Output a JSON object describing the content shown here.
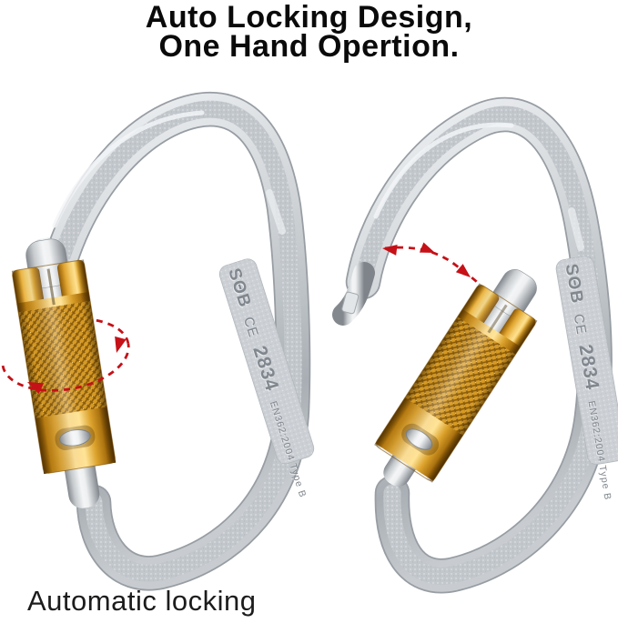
{
  "header": {
    "title_line1": "Auto Locking Design,",
    "title_line2": "One Hand Opertion."
  },
  "footer": {
    "caption": "Automatic locking"
  },
  "engraving": {
    "brand": "SΘB",
    "ce_mark": "CE",
    "model": "2834",
    "standard": "EN362:2004 Type B"
  },
  "colors": {
    "background": "#ffffff",
    "title_text": "#0a0a0a",
    "caption_text": "#1c1c1c",
    "carabiner_silver": "#c9cdd2",
    "sleeve_gold": "#d9961e",
    "arrow_red": "#c51117"
  }
}
